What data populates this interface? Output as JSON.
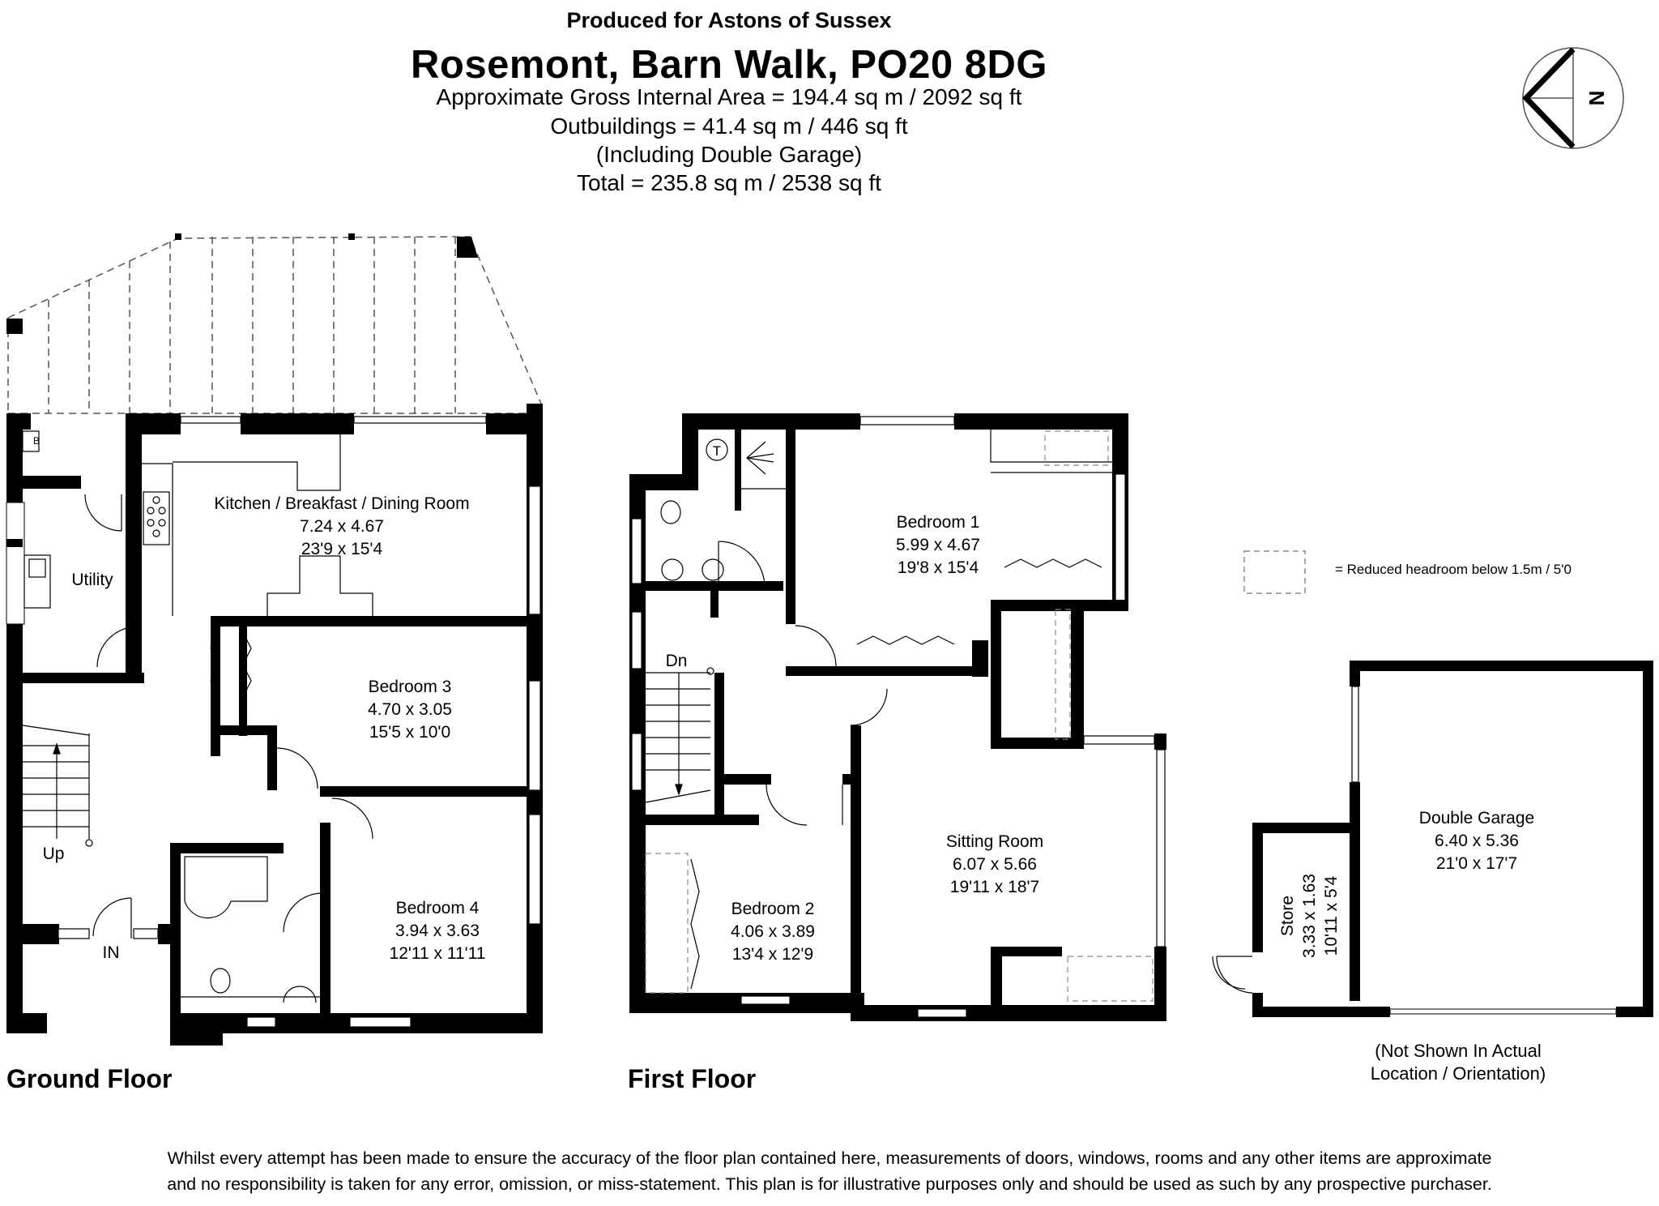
{
  "header": {
    "produced_for": "Produced for Astons of Sussex",
    "title": "Rosemont, Barn Walk, PO20 8DG",
    "gross_internal_area": "Approximate Gross Internal Area = 194.4 sq m / 2092 sq ft",
    "outbuildings": "Outbuildings = 41.4 sq m / 446 sq ft",
    "outbuildings_note": "(Including Double Garage)",
    "total": "Total = 235.8 sq m / 2538 sq ft"
  },
  "compass": {
    "label": "N",
    "icon": "north-arrow-icon"
  },
  "legend": {
    "symbol": "dashed-rectangle",
    "text": "= Reduced headroom below 1.5m / 5'0"
  },
  "ground_floor": {
    "label": "Ground Floor",
    "rooms": [
      {
        "name": "Kitchen / Breakfast / Dining Room",
        "metric": "7.24 x 4.67",
        "imperial": "23'9 x 15'4"
      },
      {
        "name": "Utility"
      },
      {
        "name": "Bedroom 3",
        "metric": "4.70 x 3.05",
        "imperial": "15'5 x 10'0"
      },
      {
        "name": "Bedroom 4",
        "metric": "3.94 x 3.63",
        "imperial": "12'11 x 11'11"
      }
    ],
    "markers": {
      "boiler": "B",
      "stairs": "Up",
      "entrance": "IN"
    }
  },
  "first_floor": {
    "label": "First Floor",
    "rooms": [
      {
        "name": "Bedroom 1",
        "metric": "5.99 x 4.67",
        "imperial": "19'8 x 15'4"
      },
      {
        "name": "Sitting Room",
        "metric": "6.07 x 5.66",
        "imperial": "19'11 x 18'7"
      },
      {
        "name": "Bedroom 2",
        "metric": "4.06 x 3.89",
        "imperial": "13'4 x 12'9"
      }
    ],
    "markers": {
      "tank": "T",
      "stairs": "Dn"
    }
  },
  "outbuildings": {
    "rooms": [
      {
        "name": "Double Garage",
        "metric": "6.40 x 5.36",
        "imperial": "21'0 x 17'7"
      },
      {
        "name": "Store",
        "metric": "3.33 x 1.63",
        "imperial": "10'11 x 5'4"
      }
    ],
    "note_line1": "(Not Shown In Actual",
    "note_line2": "Location / Orientation)"
  },
  "disclaimer": {
    "line1": "Whilst every attempt has been made to ensure the accuracy of the floor plan contained here, measurements of doors, windows, rooms and any other items are approximate",
    "line2": "and no responsibility is taken for any error, omission, or miss-statement. This plan is for illustrative purposes only and should be used as such by any prospective purchaser."
  }
}
